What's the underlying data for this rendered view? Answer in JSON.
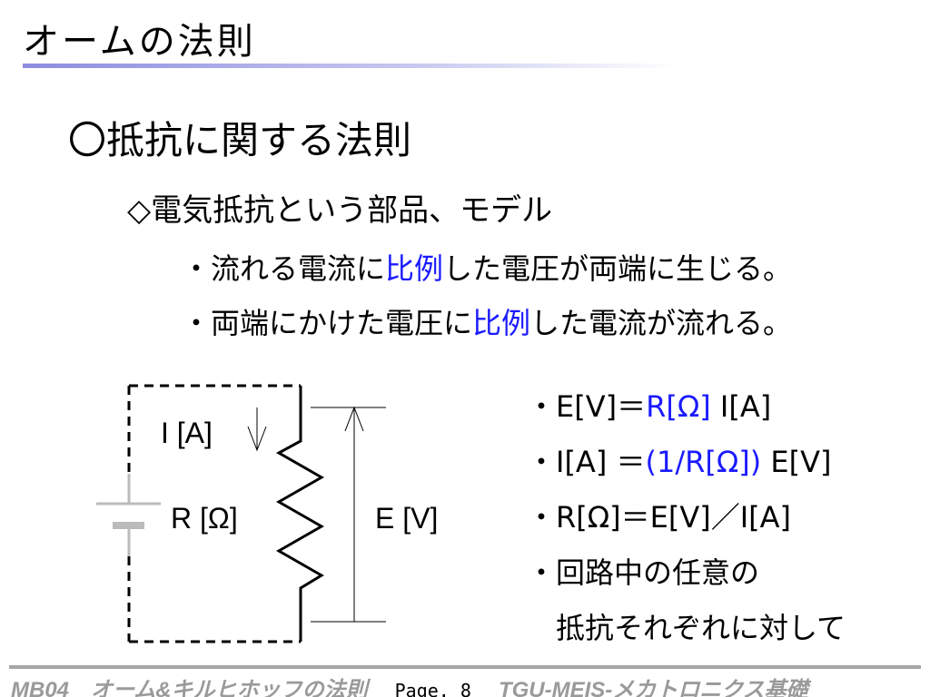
{
  "title": "オームの法則",
  "heading": "〇抵抗に関する法則",
  "subheading": "◇電気抵抗という部品、モデル",
  "bullets": [
    {
      "pre": "・流れる電流に",
      "em": "比例",
      "post": "した電圧が両端に生じる。"
    },
    {
      "pre": "・両端にかけた電圧に",
      "em": "比例",
      "post": "した電流が流れる。"
    }
  ],
  "diagram": {
    "current_label": "I [A]",
    "resistance_label": "R [Ω]",
    "voltage_label": "E [V]"
  },
  "formulas": [
    {
      "a": "・E[V]＝",
      "b": "R[Ω]",
      "c": " I[A]"
    },
    {
      "a": "・I[A] ＝",
      "b": "(1/R[Ω])",
      "c": " E[V]"
    },
    {
      "a": "・R[Ω]＝E[V]／I[A]",
      "b": "",
      "c": ""
    }
  ],
  "note_line1": "・回路中の任意の",
  "note_line2": "　抵抗それぞれに対して",
  "footer": {
    "course": "MB04　オーム&キルヒホッフの法則",
    "page": "Page. 8",
    "org": "TGU-MEIS-メカトロニクス基礎"
  },
  "colors": {
    "emphasis": "#1a1aff",
    "title_bar": "#8c8ce0",
    "footer": "#9a9a9a"
  }
}
